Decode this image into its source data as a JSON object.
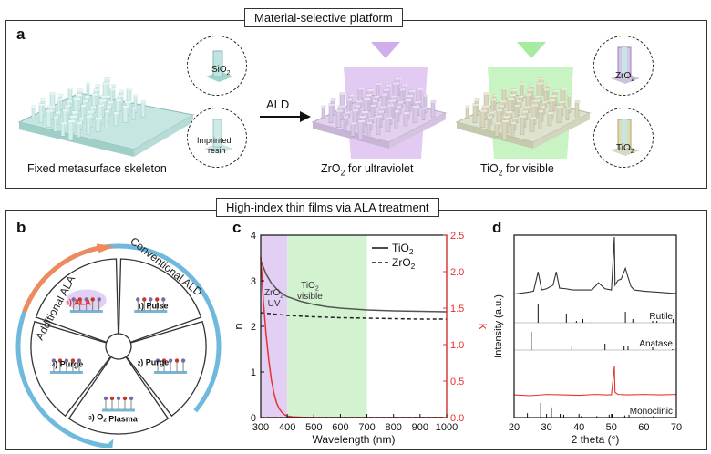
{
  "section1_title": "Material-selective platform",
  "section2_title": "High-index thin films via ALA treatment",
  "panel_a": {
    "label": "a",
    "caption_skeleton": "Fixed metasurface skeleton",
    "circle_sio2": "SiO2",
    "circle_resin_line1": "Imprinted",
    "circle_resin_line2": "resin",
    "arrow_label": "ALD",
    "caption_zro2": "ZrO2 for ultraviolet",
    "caption_tio2": "TiO2 for visible",
    "circle_zro2": "ZrO2",
    "circle_tio2": "TiO2",
    "colors": {
      "uv": "#d8b8ee",
      "visible": "#b5f0b0",
      "skeleton": "#bfe3df"
    }
  },
  "panel_b": {
    "label": "b",
    "arc_outer_left": "Additional ALA",
    "arc_outer_right": "Conventional ALD",
    "steps": [
      "5) ALA",
      "1) Pulse",
      "2) Purge",
      "3) O2 Plasma",
      "4) Purge"
    ],
    "colors": {
      "ala_arrow": "#f08a5d",
      "ald_arrow": "#6fb9dc",
      "ala_text": "#e0302a"
    }
  },
  "panel_c": {
    "label": "c",
    "chart_data": {
      "type": "line",
      "xlabel": "Wavelength (nm)",
      "ylabel_left": "n",
      "ylabel_right": "k",
      "xlim": [
        300,
        1000
      ],
      "ylim_left": [
        0,
        4
      ],
      "ylim_right": [
        0.0,
        2.5
      ],
      "xticks": [
        "300",
        "400",
        "500",
        "600",
        "700",
        "800",
        "900",
        "1000"
      ],
      "yticks_left": [
        "0",
        "1",
        "2",
        "3",
        "4"
      ],
      "yticks_right": [
        "0.0",
        "0.5",
        "1.0",
        "1.5",
        "2.0",
        "2.5"
      ],
      "legend": [
        "TiO2",
        "ZrO2"
      ],
      "region_uv_label_line1": "ZrO2",
      "region_uv_label_line2": "UV",
      "region_vis_label_line1": "TiO2",
      "region_vis_label_line2": "visible",
      "regions": [
        {
          "name": "uv",
          "x": [
            300,
            400
          ],
          "color": "#e3cff3"
        },
        {
          "name": "visible",
          "x": [
            400,
            700
          ],
          "color": "#d3f2cf"
        }
      ],
      "series": [
        {
          "name": "TiO2",
          "axis": "left",
          "style": "solid",
          "color": "#555555",
          "x": [
            300,
            320,
            340,
            360,
            380,
            400,
            450,
            500,
            550,
            600,
            650,
            700,
            800,
            900,
            1000
          ],
          "y": [
            3.45,
            3.15,
            2.95,
            2.82,
            2.72,
            2.65,
            2.55,
            2.48,
            2.43,
            2.4,
            2.38,
            2.36,
            2.34,
            2.33,
            2.32
          ]
        },
        {
          "name": "ZrO2",
          "axis": "left",
          "style": "dashed",
          "color": "#222222",
          "x": [
            300,
            400,
            500,
            600,
            700,
            800,
            900,
            1000
          ],
          "y": [
            2.3,
            2.24,
            2.21,
            2.19,
            2.18,
            2.17,
            2.16,
            2.16
          ]
        },
        {
          "name": "TiO2 k",
          "axis": "right",
          "style": "solid",
          "color": "#e83030",
          "x": [
            300,
            310,
            320,
            330,
            340,
            350,
            360,
            370,
            380,
            390,
            400,
            420,
            450,
            500,
            1000
          ],
          "y": [
            2.2,
            1.6,
            1.15,
            0.8,
            0.52,
            0.33,
            0.2,
            0.12,
            0.07,
            0.04,
            0.02,
            0.01,
            0.005,
            0.0,
            0.0
          ]
        },
        {
          "name": "ZrO2 k",
          "axis": "right",
          "style": "dashed",
          "color": "#e83030",
          "x": [
            300,
            1000
          ],
          "y": [
            0.0,
            0.0
          ]
        }
      ]
    }
  },
  "panel_d": {
    "label": "d",
    "chart_data": {
      "type": "line",
      "xlabel": "2 theta (°)",
      "ylabel": "Intensity (a.u.)",
      "xlim": [
        20,
        70
      ],
      "xticks": [
        "20",
        "30",
        "40",
        "50",
        "60",
        "70"
      ],
      "references": [
        {
          "name": "Rutile",
          "peaks": [
            [
              27.4,
              1
            ],
            [
              36.1,
              0.5
            ],
            [
              39.2,
              0.1
            ],
            [
              41.2,
              0.2
            ],
            [
              44.0,
              0.1
            ],
            [
              54.3,
              0.6
            ],
            [
              56.6,
              0.2
            ],
            [
              62.7,
              0.1
            ],
            [
              64.0,
              0.1
            ],
            [
              69.0,
              0.2
            ]
          ]
        },
        {
          "name": "Anatase",
          "peaks": [
            [
              25.3,
              1
            ],
            [
              37.8,
              0.25
            ],
            [
              48.0,
              0.35
            ],
            [
              53.9,
              0.2
            ],
            [
              55.1,
              0.2
            ],
            [
              62.7,
              0.15
            ],
            [
              68.8,
              0.05
            ]
          ]
        },
        {
          "name": "Monoclinic",
          "peaks": [
            [
              24.1,
              0.3
            ],
            [
              28.2,
              1
            ],
            [
              31.5,
              0.7
            ],
            [
              34.2,
              0.25
            ],
            [
              35.3,
              0.2
            ],
            [
              40.7,
              0.1
            ],
            [
              45.5,
              0.1
            ],
            [
              49.3,
              0.2
            ],
            [
              50.2,
              0.25
            ],
            [
              54.1,
              0.15
            ],
            [
              55.4,
              0.2
            ],
            [
              60.0,
              0.1
            ],
            [
              62.9,
              0.1
            ]
          ]
        }
      ],
      "series": [
        {
          "name": "TiO2 XRD",
          "color": "#333333",
          "x": [
            20,
            24,
            26,
            27.4,
            28.5,
            30,
            32,
            33,
            34,
            36,
            38,
            40,
            44,
            46,
            48,
            50,
            50.9,
            51.1,
            52,
            53,
            54.3,
            55,
            56,
            57,
            60,
            65,
            70
          ],
          "y": [
            0.05,
            0.08,
            0.1,
            0.42,
            0.12,
            0.14,
            0.2,
            0.42,
            0.15,
            0.14,
            0.12,
            0.12,
            0.12,
            0.24,
            0.14,
            0.12,
            1.0,
            0.2,
            0.28,
            0.3,
            0.48,
            0.35,
            0.18,
            0.12,
            0.1,
            0.08,
            0.06
          ]
        },
        {
          "name": "ZrO2 XRD",
          "color": "#e83030",
          "x": [
            20,
            25,
            30,
            35,
            40,
            45,
            48,
            50,
            50.9,
            51.1,
            52,
            55,
            60,
            65,
            70
          ],
          "y": [
            0.02,
            0.0,
            0.03,
            0.02,
            0.01,
            0.03,
            0.02,
            0.02,
            0.7,
            0.08,
            0.03,
            0.02,
            0.03,
            0.02,
            0.03
          ]
        }
      ]
    }
  }
}
